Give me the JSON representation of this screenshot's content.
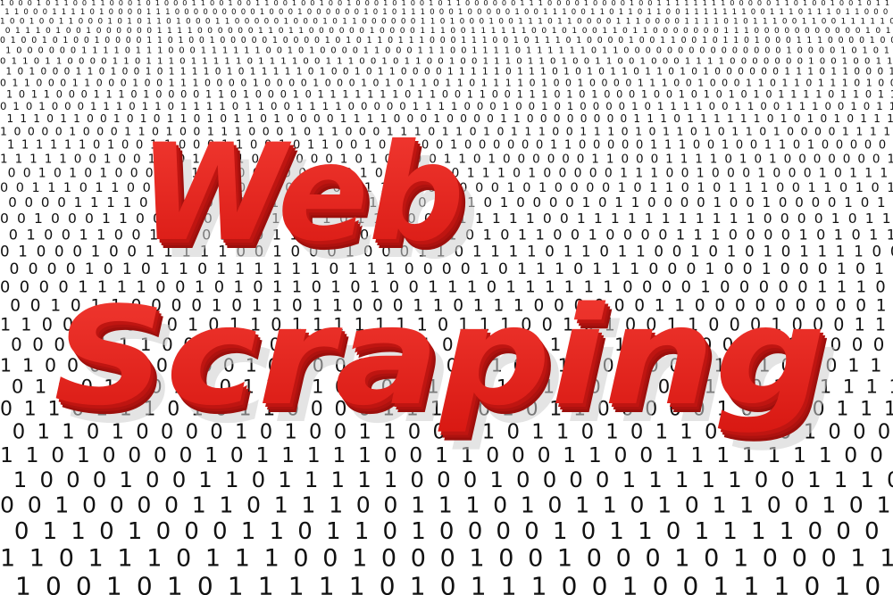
{
  "headline": {
    "line1": "Web",
    "line2": "Scraping"
  },
  "colors": {
    "background": "#ffffff",
    "digits": "#111111",
    "text_face": "#e8201c",
    "text_side": "#a50f0d",
    "text_shadow": "#c9c9c9"
  },
  "background_pattern": {
    "type": "binary-digits",
    "symbols": [
      "0",
      "1"
    ]
  }
}
